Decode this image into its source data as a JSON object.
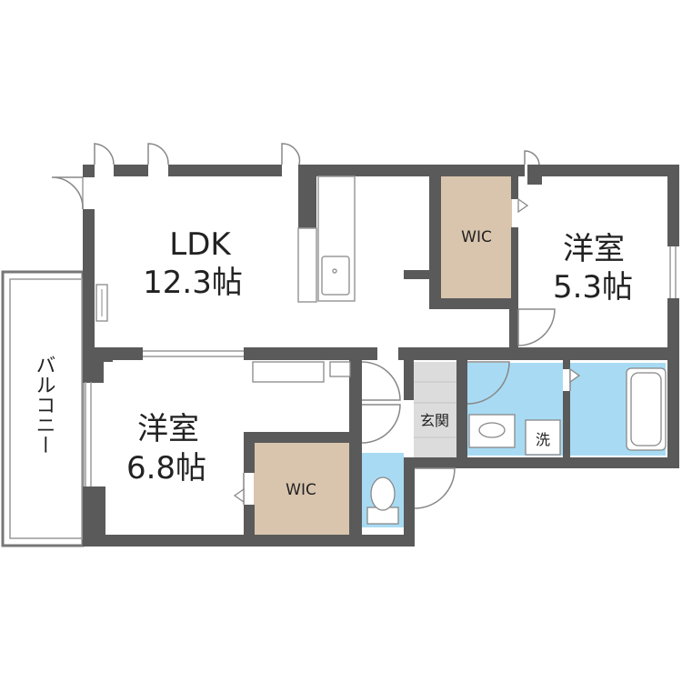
{
  "rooms": {
    "ldk": {
      "name": "LDK",
      "size": "12.3帖"
    },
    "western_room_1": {
      "name": "洋室",
      "size": "5.3帖"
    },
    "western_room_2": {
      "name": "洋室",
      "size": "6.8帖"
    },
    "wic_1": {
      "name": "WIC"
    },
    "wic_2": {
      "name": "WIC"
    },
    "entrance": {
      "name": "玄関"
    },
    "washroom": {
      "name": "洗"
    },
    "balcony": {
      "name": "バルコニー"
    }
  },
  "colors": {
    "wall": "#5a5a5a",
    "wic_fill": "#d9c5ae",
    "wet_area_fill": "#a8dbf3",
    "entrance_fill": "#dcdcdc",
    "floor": "#ffffff"
  }
}
